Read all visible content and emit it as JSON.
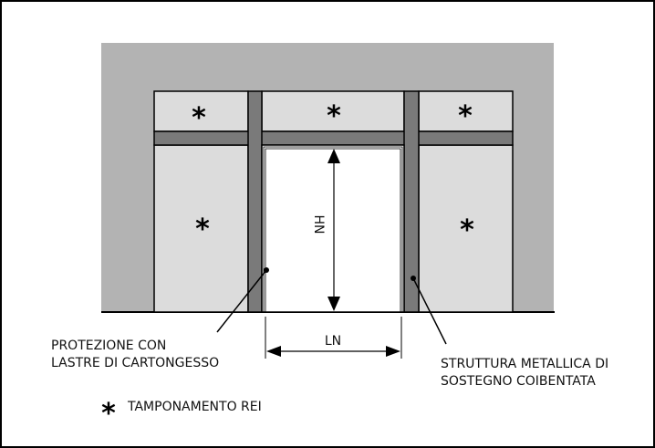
{
  "labels": {
    "hn": "HN",
    "ln": "LN",
    "protection_line1": "PROTEZIONE CON",
    "protection_line2": "LASTRE DI CARTONGESSO",
    "structure_line1": "STRUTTURA METALLICA DI",
    "structure_line2": "SOSTEGNO COIBENTATA",
    "legend_symbol": "*",
    "legend_text": "TAMPONAMENTO REI"
  },
  "colors": {
    "wall": "#b3b3b3",
    "panel": "#dcdcdc",
    "structure": "#7a7a7a",
    "opening": "#ffffff"
  }
}
